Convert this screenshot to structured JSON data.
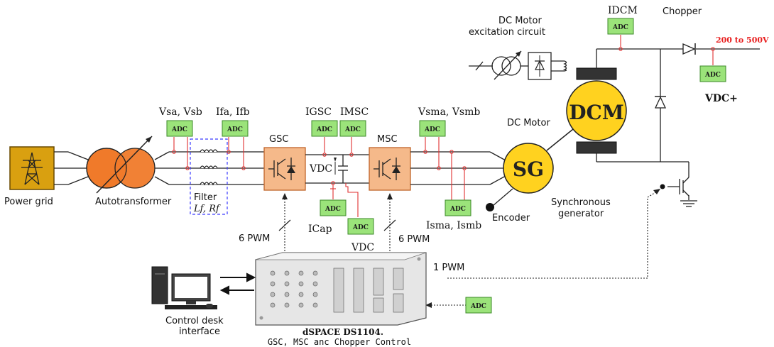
{
  "labels": {
    "power_grid": "Power grid",
    "autotransformer": "Autotransformer",
    "filter_line1": "Filter",
    "filter_line2": "Lf, Rf",
    "gsc": "GSC",
    "msc": "MSC",
    "sg": "SG",
    "dcm": "DCM",
    "encoder": "Encoder",
    "sync_gen_line1": "Synchronous",
    "sync_gen_line2": "generator",
    "dc_motor": "DC Motor",
    "dc_excitation_line1": "DC Motor",
    "dc_excitation_line2": "excitation circuit",
    "chopper": "Chopper",
    "voltage_range": "200 to 500V",
    "six_pwm_left": "6 PWM",
    "six_pwm_right": "6 PWM",
    "one_pwm": "1 PWM",
    "control_desk_line1": "Control desk",
    "control_desk_line2": "interface",
    "dspace_title": "dSPACE DS1104.",
    "dspace_subtitle": "GSC, MSC anc Chopper Control",
    "adc": "ADC"
  },
  "variables": {
    "v_sa_sb": "Vsa, Vsb",
    "i_fa_fb": "Ifa, Ifb",
    "i_gsc": "IGSC",
    "i_msc": "IMSC",
    "v_sma_smb": "Vsma, Vsmb",
    "v_dc_cap": "VDC",
    "i_cap": "ICap",
    "v_dc_bottom": "VDC",
    "i_sma_smb": "Isma, Ismb",
    "i_dcm": "IDCM",
    "v_dc_plus": "VDC+"
  },
  "colors": {
    "adc_fill": "#9be37a",
    "adc_border": "#3c8a2a",
    "converter_fill": "#f5b98a",
    "converter_border": "#c0652a",
    "machine_fill": "#ffd21f",
    "autotransformer_fill": "#f07a2a",
    "sense_wire": "#e03030",
    "filter_box": "#3a3aff",
    "voltage_range_text": "#e82020"
  }
}
